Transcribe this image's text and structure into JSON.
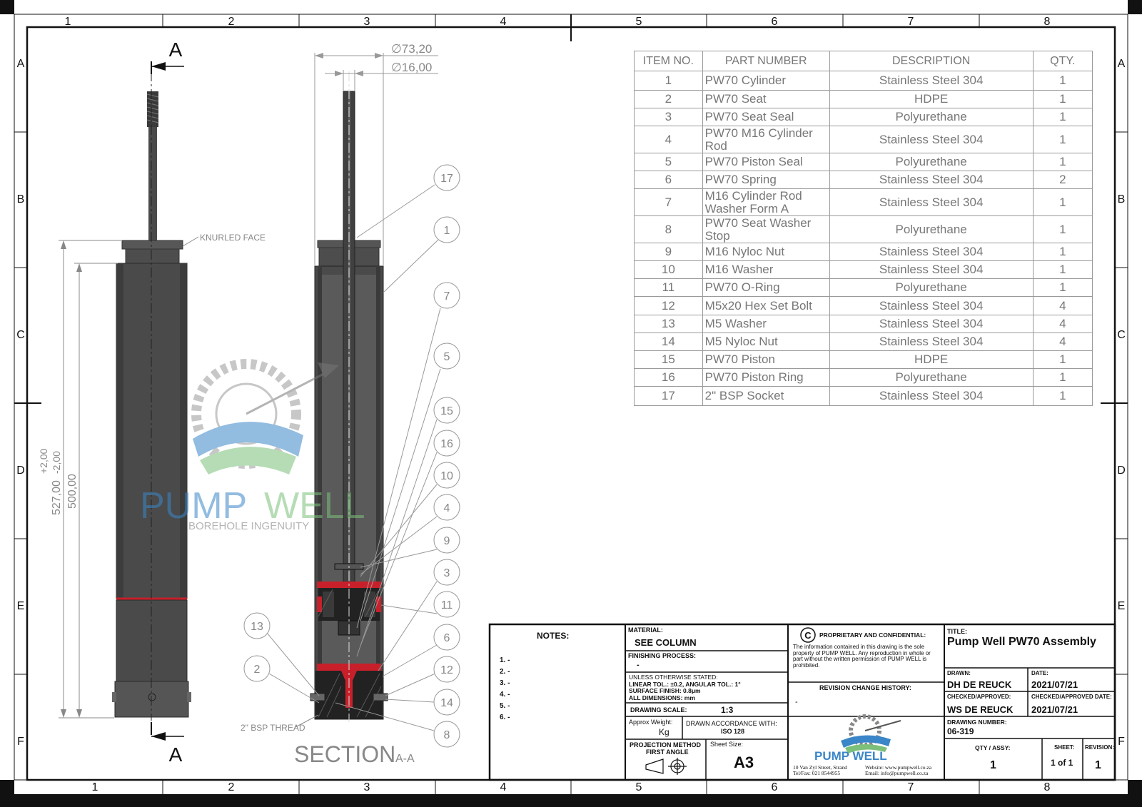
{
  "border": {
    "columns": [
      "1",
      "2",
      "3",
      "4",
      "5",
      "6",
      "7",
      "8"
    ],
    "rows": [
      "A",
      "B",
      "C",
      "D",
      "E",
      "F"
    ]
  },
  "bom": {
    "headers": {
      "item_no": "ITEM NO.",
      "part_number": "PART NUMBER",
      "description": "DESCRIPTION",
      "qty": "QTY."
    },
    "rows": [
      {
        "item": "1",
        "part": "PW70 Cylinder",
        "desc": "Stainless Steel 304",
        "qty": "1"
      },
      {
        "item": "2",
        "part": "PW70 Seat",
        "desc": "HDPE",
        "qty": "1"
      },
      {
        "item": "3",
        "part": "PW70 Seat Seal",
        "desc": "Polyurethane",
        "qty": "1"
      },
      {
        "item": "4",
        "part": "PW70 M16 Cylinder Rod",
        "desc": "Stainless Steel 304",
        "qty": "1"
      },
      {
        "item": "5",
        "part": "PW70 Piston Seal",
        "desc": "Polyurethane",
        "qty": "1"
      },
      {
        "item": "6",
        "part": "PW70 Spring",
        "desc": "Stainless Steel 304",
        "qty": "2"
      },
      {
        "item": "7",
        "part": "M16 Cylinder Rod Washer Form A",
        "desc": "Stainless Steel 304",
        "qty": "1"
      },
      {
        "item": "8",
        "part": "PW70 Seat Washer Stop",
        "desc": "Polyurethane",
        "qty": "1"
      },
      {
        "item": "9",
        "part": "M16 Nyloc Nut",
        "desc": "Stainless Steel 304",
        "qty": "1"
      },
      {
        "item": "10",
        "part": "M16 Washer",
        "desc": "Stainless Steel 304",
        "qty": "1"
      },
      {
        "item": "11",
        "part": "PW70 O-Ring",
        "desc": "Polyurethane",
        "qty": "1"
      },
      {
        "item": "12",
        "part": "M5x20 Hex Set Bolt",
        "desc": "Stainless Steel 304",
        "qty": "4"
      },
      {
        "item": "13",
        "part": "M5 Washer",
        "desc": "Stainless Steel 304",
        "qty": "4"
      },
      {
        "item": "14",
        "part": "M5 Nyloc Nut",
        "desc": "Stainless Steel 304",
        "qty": "4"
      },
      {
        "item": "15",
        "part": "PW70 Piston",
        "desc": "HDPE",
        "qty": "1"
      },
      {
        "item": "16",
        "part": "PW70 Piston Ring",
        "desc": "Polyurethane",
        "qty": "1"
      },
      {
        "item": "17",
        "part": "2\" BSP Socket",
        "desc": "Stainless Steel 304",
        "qty": "1"
      }
    ]
  },
  "drawing": {
    "section_mark": "A",
    "section_title": "SECTION",
    "section_suffix": "A-A",
    "dim_outer": "∅73,20",
    "dim_rod": "∅16,00",
    "dim_overall": "527,00",
    "dim_tol_plus": "+2,00",
    "dim_tol_minus": "-2,00",
    "dim_body": "500,00",
    "note_knurled": "KNURLED FACE",
    "note_thread": "2\" BSP THREAD",
    "balloons": [
      "17",
      "1",
      "7",
      "5",
      "15",
      "16",
      "10",
      "4",
      "9",
      "3",
      "11",
      "6",
      "12",
      "14",
      "8",
      "13",
      "2"
    ]
  },
  "watermark": {
    "brand_a": "PUMP",
    "brand_b": "WELL",
    "tagline": "BOREHOLE INGENUITY"
  },
  "title_block": {
    "notes_label": "NOTES:",
    "notes": [
      "1.  -",
      "2.  -",
      "3.  -",
      "4.  -",
      "5.  -",
      "6.  -"
    ],
    "material_label": "MATERIAL:",
    "material_value": "SEE COLUMN",
    "finishing_label": "FINISHING PROCESS:",
    "finishing_value": "-",
    "tolerances": [
      "UNLESS OTHERWISE STATED:",
      "LINEAR TOL.: ±0.2, ANGULAR TOL.: 1°",
      "SURFACE FINISH: 0.8μm",
      "ALL DIMENSIONS: mm"
    ],
    "scale_label": "DRAWING SCALE:",
    "scale_value": "1:3",
    "weight_label": "Approx Weight:",
    "weight_unit": "Kg",
    "accordance_label": "DRAWN ACCORDANCE WITH:",
    "accordance_value": "ISO 128",
    "projection_label": "PROJECTION METHOD",
    "projection_value": "FIRST ANGLE",
    "sheet_size_label": "Sheet Size:",
    "sheet_size_value": "A3",
    "prop_title": "PROPRIETARY AND CONFIDENTIAL:",
    "prop_text": "The information contained in this drawing is the sole property of PUMP WELL. Any reproduction in whole or part without the written permission of PUMP WELL is prohibited.",
    "revision_label": "REVISION CHANGE HISTORY:",
    "revision_value": "-",
    "logo_text": "PUMP WELL",
    "address1": "10 Van Zyl Street, Strand",
    "address2": "Tel/Fax: 021 8544955",
    "website": "Website: www.pumpwell.co.za",
    "email": "Email: info@pumpwell.co.za",
    "title_label": "TITLE:",
    "title_value": "Pump Well PW70 Assembly",
    "drawn_label": "DRAWN:",
    "drawn_value": "DH DE REUCK",
    "date_label": "DATE:",
    "date_value": "2021/07/21",
    "checked_label": "CHECKED/APPROVED:",
    "checked_value": "WS DE REUCK",
    "checked_date_label": "CHECKED/APPROVED DATE:",
    "checked_date_value": "2021/07/21",
    "drawing_number_label": "DRAWING NUMBER:",
    "drawing_number_value": "06-319",
    "qty_label": "QTY / ASSY:",
    "qty_value": "1",
    "sheet_label": "SHEET:",
    "sheet_value": "1 of 1",
    "revision_num_label": "REVISION:",
    "revision_num_value": "1"
  },
  "colors": {
    "body": "#4a4a4a",
    "seal": "#c8202a",
    "line": "#9a9a9a",
    "brand_blue": "#3a86c8",
    "brand_green": "#7cc07a"
  }
}
